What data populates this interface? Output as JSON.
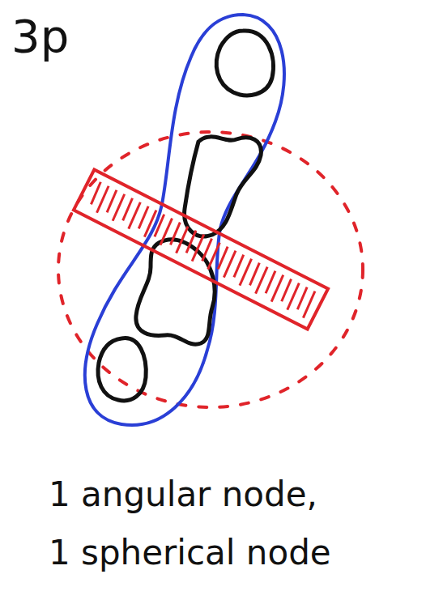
{
  "diagram": {
    "title": "3p",
    "labels": [
      "1 angular node,",
      "1 spherical node"
    ]
  }
}
